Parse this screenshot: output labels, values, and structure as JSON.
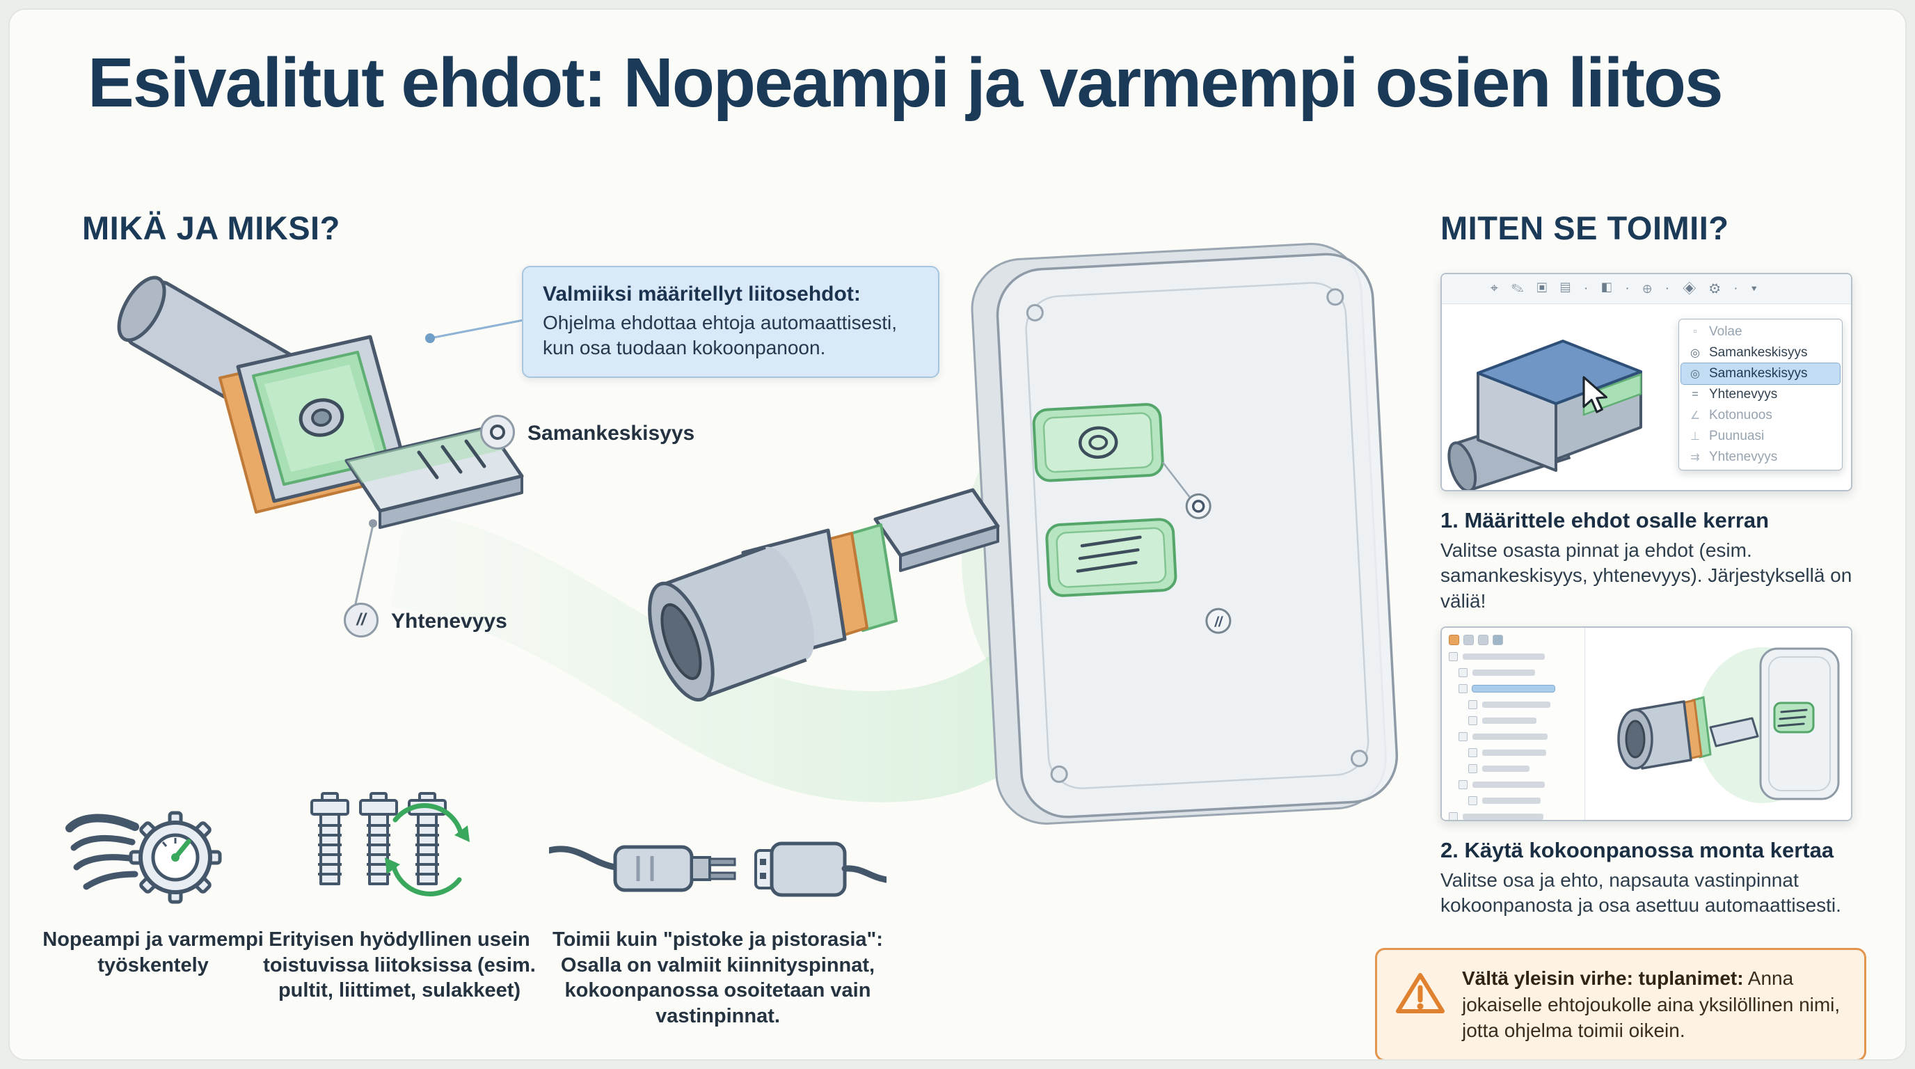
{
  "page": {
    "title": "Esivalitut ehdot: Nopeampi ja varmempi osien liitos"
  },
  "sections": {
    "left_heading": "MIKÄ JA MIKSI?",
    "right_heading": "MITEN SE TOIMII?"
  },
  "callout": {
    "title": "Valmiiksi määritellyt liitosehdot:",
    "body": "Ohjelma ehdottaa ehtoja automaattisesti, kun osa tuodaan kokoonpanoon."
  },
  "mate_labels": {
    "concentric": "Samankeskisyys",
    "coincident": "Yhtenevyys",
    "coincident_glyph": "//"
  },
  "benefits": [
    {
      "caption": "Nopeampi ja varmempi työskentely"
    },
    {
      "caption": "Erityisen hyödyllinen usein toistuvissa liitoksissa (esim. pultit, liittimet, sulakkeet)"
    },
    {
      "caption": "Toimii kuin \"pistoke ja pistorasia\": Osalla on valmiit kiinnityspinnat, kokoonpanossa osoitetaan vain vastinpinnat."
    }
  ],
  "step1": {
    "toolbar_icons": "⌖ ✎ ▣ ▤ · ◧ · ⊕ · ◈ ⚙ · ▾",
    "menu": [
      {
        "icon": "▫",
        "label": "Volae"
      },
      {
        "icon": "◎",
        "label": "Samankeskisyys"
      },
      {
        "icon": "◎",
        "label": "Samankeskisyys"
      },
      {
        "icon": "=",
        "label": "Yhtenevyys"
      },
      {
        "icon": "∠",
        "label": "Kotonuoos"
      },
      {
        "icon": "⊥",
        "label": "Puunuasi"
      },
      {
        "icon": "⇉",
        "label": "Yhtenevyys"
      }
    ],
    "title": "1. Määrittele ehdot osalle kerran",
    "body": "Valitse osasta pinnat ja ehdot (esim. samankeskisyys, yhtenevyys). Järjestyksellä on väliä!"
  },
  "step2": {
    "title": "2. Käytä kokoonpanossa monta kertaa",
    "body": "Valitse osa ja ehto, napsauta vastinpinnat kokoonpanosta ja osa asettuu automaattisesti."
  },
  "warning": {
    "title": "Vältä yleisin virhe: tuplanimet:",
    "body": "Anna jokaiselle ehtojoukolle aina yksilöllinen nimi, jotta ohjelma toimii oikein."
  },
  "colors": {
    "navy": "#1b3a57",
    "accent_green": "#5fae73",
    "accent_orange": "#e8a35c",
    "warning_border": "#e2954d",
    "callout_bg": "#d9e9f8"
  }
}
